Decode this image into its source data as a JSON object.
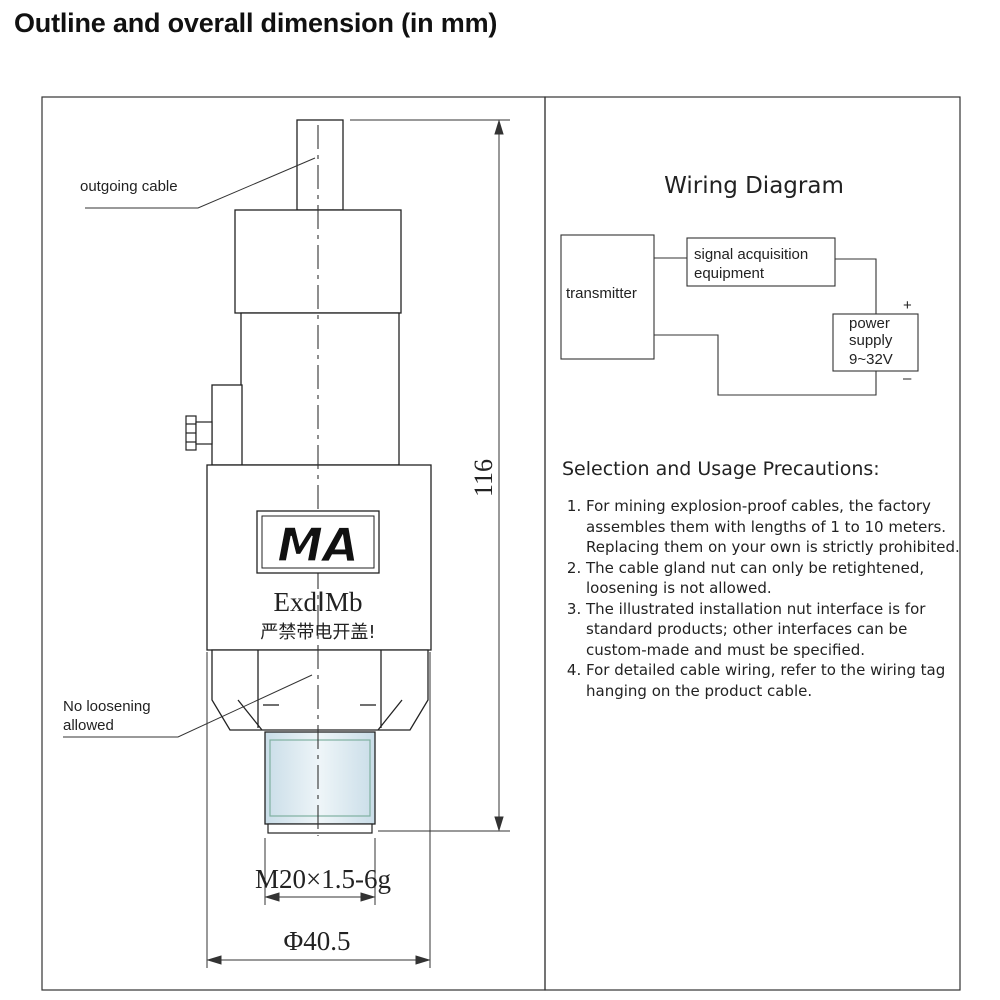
{
  "header": {
    "title": "Outline and overall dimension (in mm)"
  },
  "outline": {
    "callout_cable": "outgoing cable",
    "callout_nut_line1": "No loosening",
    "callout_nut_line2": "allowed",
    "logo_text": "MA",
    "ex_marking": "ExdⅠMb",
    "warning": "严禁带电开盖!",
    "dim_height": "116",
    "dim_thread": "M20×1.5-6g",
    "dim_diameter": "Φ40.5"
  },
  "wiring": {
    "title": "Wiring Diagram",
    "transmitter": "transmitter",
    "signal_line1": "signal acquisition",
    "signal_line2": "equipment",
    "power_line1": "power",
    "power_line2": "supply",
    "power_line3": "9~32V",
    "plus": "+",
    "minus": "–"
  },
  "precautions": {
    "title": "Selection and Usage Precautions:",
    "items": [
      "For mining explosion-proof cables, the factory assembles them with lengths of 1 to 10 meters. Replacing them on your own is strictly prohibited.",
      "The cable gland nut can only be retightened, loosening is not allowed.",
      "The illustrated installation nut interface is for standard products; other interfaces can be custom-made and must be specified.",
      "For detailed cable wiring, refer to the wiring tag hanging on the product cable."
    ]
  }
}
